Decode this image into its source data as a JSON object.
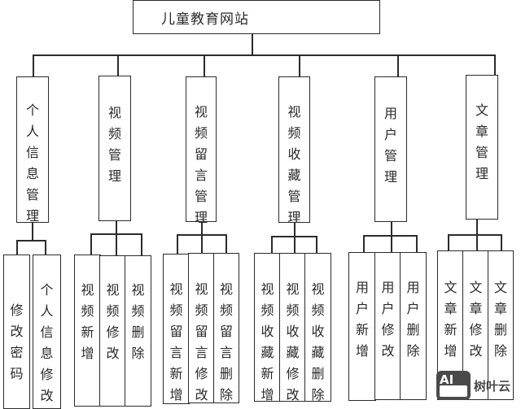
{
  "root": {
    "label": "儿童教育网站"
  },
  "modules": [
    {
      "label": "个人信息管理",
      "children": [
        "修改密码",
        "个人信息修改"
      ]
    },
    {
      "label": "视频管理",
      "children": [
        "视频新增",
        "视频修改",
        "视频删除"
      ]
    },
    {
      "label": "视频留言管理",
      "children": [
        "视频留言新增",
        "视频留言修改",
        "视频留言删除"
      ]
    },
    {
      "label": "视频收藏管理",
      "children": [
        "视频收藏新增",
        "视频收藏修改",
        "视频收藏删除"
      ]
    },
    {
      "label": "用户管理",
      "children": [
        "用户新增",
        "用户修改",
        "用户删除"
      ]
    },
    {
      "label": "文章管理",
      "children": [
        "文章新增",
        "文章修改",
        "文章删除"
      ]
    }
  ],
  "watermark": {
    "logo_text": "AI",
    "brand": "树叶云"
  }
}
